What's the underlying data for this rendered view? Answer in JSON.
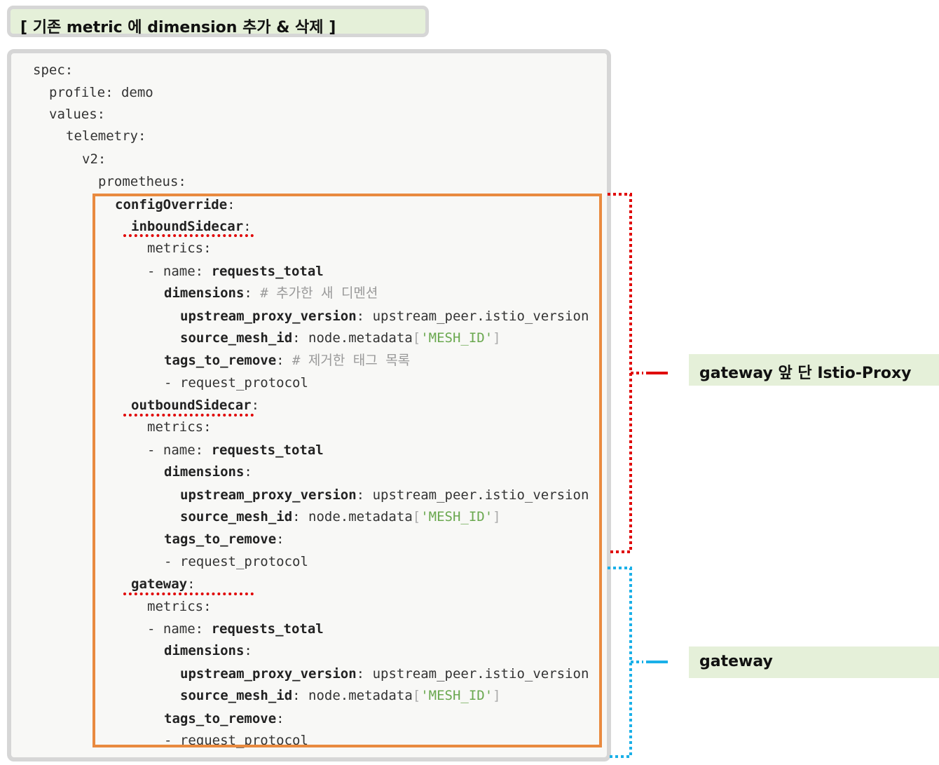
{
  "title": "[ 기존 metric 에 dimension 추가 & 삭제 ]",
  "code": {
    "spec": "spec",
    "profile_key": "profile",
    "profile_value": "demo",
    "values": "values",
    "telemetry": "telemetry",
    "v2": "v2",
    "prometheus": "prometheus",
    "config_override": "configOverride",
    "sections": [
      {
        "name": "inboundSidecar",
        "metrics": "metrics",
        "dash": "-",
        "name_key": "name",
        "name_value": "requests_total",
        "dimensions": "dimensions",
        "dimensions_comment": "# 추가한 새 디멘션",
        "dim1_key": "upstream_proxy_version",
        "dim1_value": "upstream_peer.istio_version",
        "dim2_key": "source_mesh_id",
        "dim2_value_prefix": "node.metadata",
        "dim2_string": "'MESH_ID'",
        "tags_to_remove": "tags_to_remove",
        "tags_comment": "# 제거한 태그 목록",
        "tag_item": "request_protocol"
      },
      {
        "name": "outboundSidecar",
        "metrics": "metrics",
        "dash": "-",
        "name_key": "name",
        "name_value": "requests_total",
        "dimensions": "dimensions",
        "dimensions_comment": "",
        "dim1_key": "upstream_proxy_version",
        "dim1_value": "upstream_peer.istio_version",
        "dim2_key": "source_mesh_id",
        "dim2_value_prefix": "node.metadata",
        "dim2_string": "'MESH_ID'",
        "tags_to_remove": "tags_to_remove",
        "tags_comment": "",
        "tag_item": "request_protocol"
      },
      {
        "name": "gateway",
        "metrics": "metrics",
        "dash": "-",
        "name_key": "name",
        "name_value": "requests_total",
        "dimensions": "dimensions",
        "dimensions_comment": "",
        "dim1_key": "upstream_proxy_version",
        "dim1_value": "upstream_peer.istio_version",
        "dim2_key": "source_mesh_id",
        "dim2_value_prefix": "node.metadata",
        "dim2_string": "'MESH_ID'",
        "tags_to_remove": "tags_to_remove",
        "tags_comment": "",
        "tag_item": "request_protocol"
      }
    ]
  },
  "annotations": {
    "sidecar_label": "gateway 앞 단 Istio-Proxy",
    "gateway_label": "gateway"
  },
  "colors": {
    "highlight_box": "#e98a3f",
    "sidecar_bracket": "#e00000",
    "gateway_bracket": "#1ab0e8",
    "label_bg": "#e5f0d9",
    "string": "#6aa84f",
    "comment": "#999999"
  }
}
